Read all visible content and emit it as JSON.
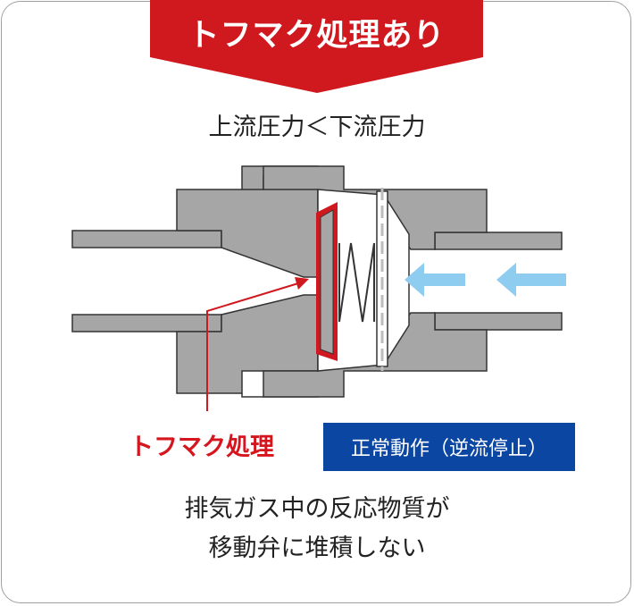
{
  "banner": {
    "title": "トフマク処理あり",
    "color": "#d0191f"
  },
  "subtitle": "上流圧力＜下流圧力",
  "diagram": {
    "body_color": "#a6a6a6",
    "coating_color": "#d0191f",
    "flow_arrow_color": "#8fcdf0",
    "coating_label": "トフマク処理"
  },
  "status": {
    "label": "正常動作（逆流停止）",
    "color": "#0a46a2"
  },
  "caption": {
    "lines": [
      "排気ガス中の反応物質が",
      "移動弁に堆積しない"
    ]
  }
}
